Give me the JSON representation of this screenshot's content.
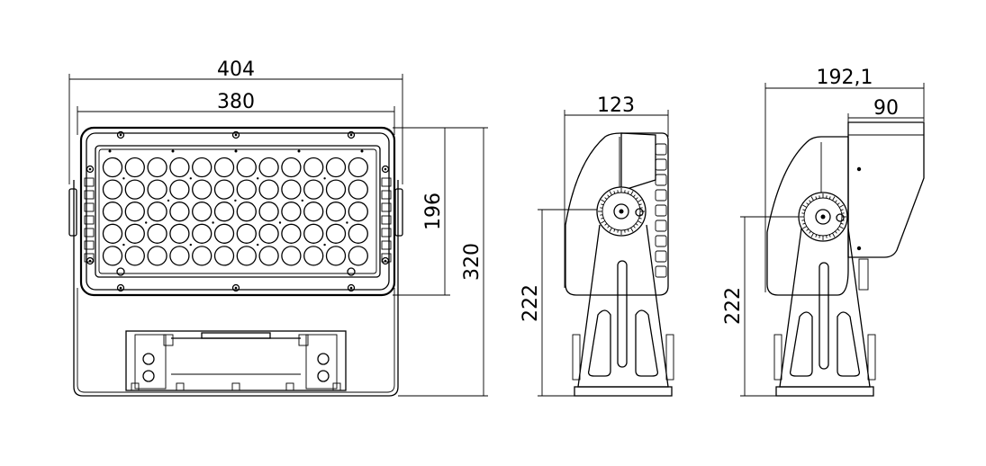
{
  "front_view": {
    "dim_overall_width": "404",
    "dim_housing_width": "380",
    "dim_panel_height": "196",
    "dim_overall_height": "320",
    "led_grid": {
      "rows": 5,
      "cols": 12
    }
  },
  "side_view_1": {
    "dim_depth": "123",
    "dim_pivot_height": "222"
  },
  "side_view_2": {
    "dim_depth": "192,1",
    "dim_box_depth": "90",
    "dim_pivot_height": "222"
  }
}
